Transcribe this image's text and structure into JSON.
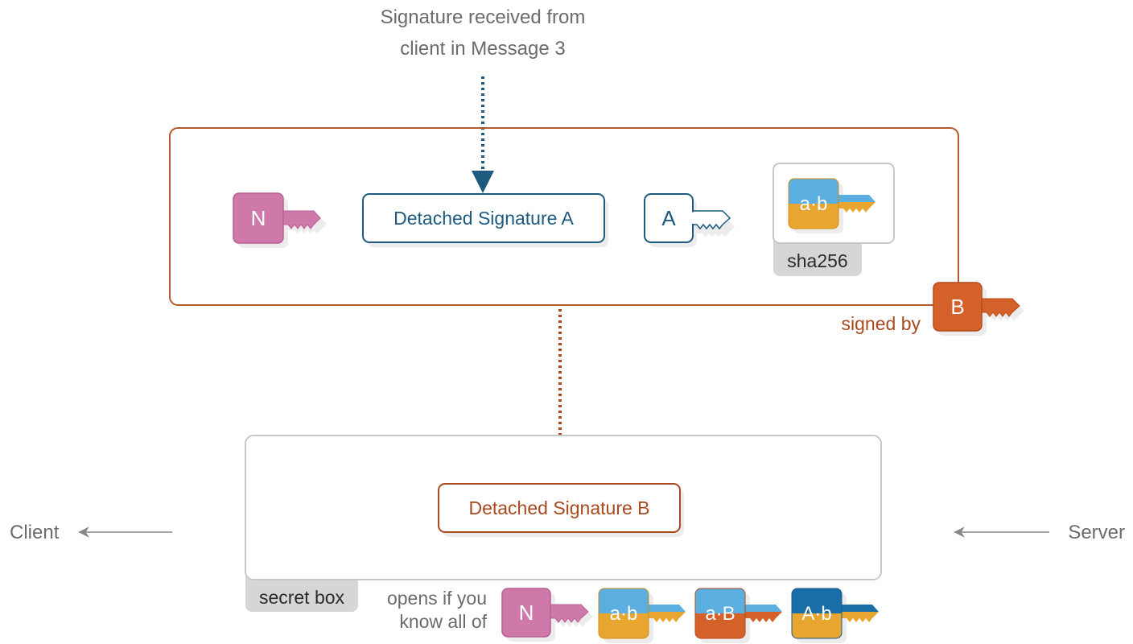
{
  "colors": {
    "gray_text": "#6b6b6b",
    "dark_text": "#2b2b2b",
    "navy": "#1e5a7e",
    "rust": "#a8491f",
    "rust_light": "#b9561f",
    "pink": "#cf79ab",
    "pink_dark": "#b85f94",
    "orange_key": "#d4602a",
    "orange_key_dark": "#b44c1c",
    "sky": "#5aaee0",
    "sky_dark": "#4396cc",
    "gold": "#e8a630",
    "gold_dark": "#cf8e1d",
    "deep_blue": "#1a6ea8",
    "deep_blue_dark": "#125a8a",
    "box_gray_border": "#c8c8c8",
    "tag_gray": "#d6d6d6",
    "shadow": "#ececec"
  },
  "top_caption": {
    "line1": "Signature received from",
    "line2": "client in Message 3"
  },
  "outer_box": {
    "key_n_label": "N",
    "sig_a_label": "Detached Signature A",
    "key_a_label": "A",
    "hash": {
      "key_label": "a·b",
      "tag": "sha256"
    },
    "signed_by_label": "signed by",
    "signer_key_label": "B"
  },
  "secret_box": {
    "sig_b_label": "Detached Signature B",
    "tag": "secret box",
    "opens_line1": "opens if you",
    "opens_line2": "know all of",
    "keys": [
      {
        "label": "N",
        "icon": "key-n-icon"
      },
      {
        "label": "a·b",
        "icon": "key-ab-icon"
      },
      {
        "label": "a·B",
        "icon": "key-aB-icon"
      },
      {
        "label": "A·b",
        "icon": "key-Ab-icon"
      }
    ]
  },
  "sides": {
    "left": "Client",
    "right": "Server"
  }
}
